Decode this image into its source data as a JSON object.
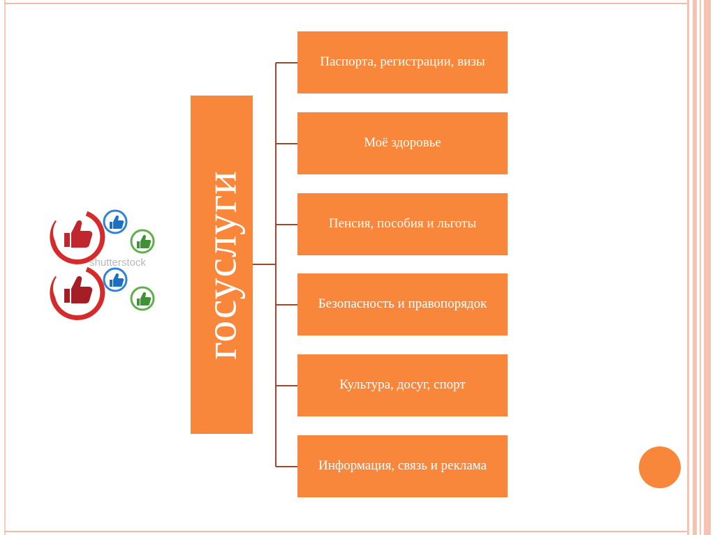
{
  "diagram": {
    "title": "госуслуги",
    "items": [
      {
        "label": "Паспорта, регистрации, визы"
      },
      {
        "label": "Моё здоровье"
      },
      {
        "label": "Пенсия, пособия и льготы"
      },
      {
        "label": "Безопасность и правопорядок"
      },
      {
        "label": "Культура, досуг, спорт"
      },
      {
        "label": "Информация, связь и реклама"
      }
    ]
  },
  "logo": {
    "watermark": "shutterstock",
    "icons": [
      "thumbs-up-icon",
      "thumbs-up-icon",
      "thumbs-up-icon",
      "thumbs-up-icon",
      "thumbs-up-icon",
      "thumbs-up-icon"
    ]
  },
  "colors": {
    "accent": "#f9873b",
    "connector": "#a0462a",
    "frame": "#f6c3b2"
  }
}
